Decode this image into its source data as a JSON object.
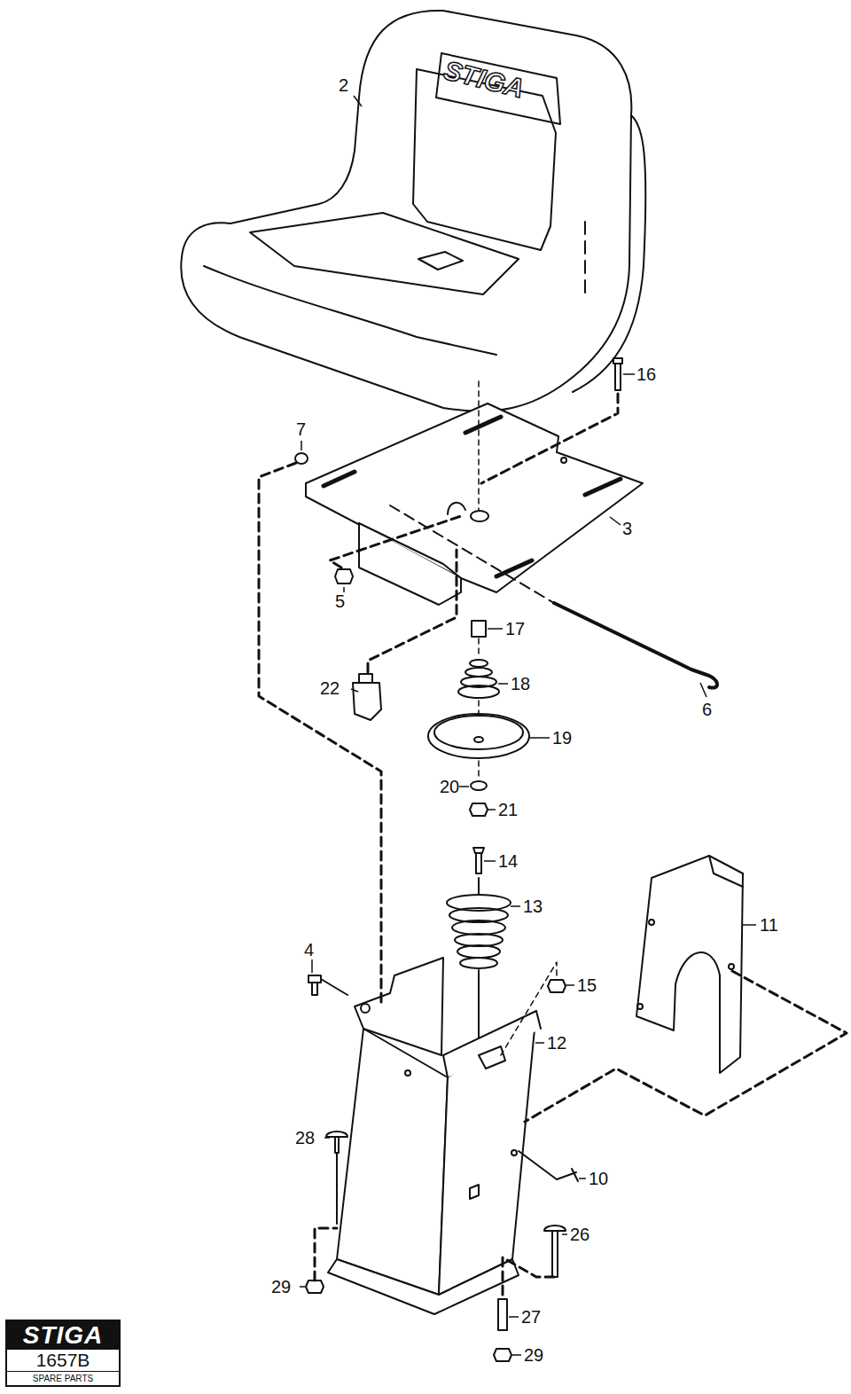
{
  "diagram": {
    "nodes": [
      {
        "text": [
          "STIGA",
          "1657B",
          "SPARE PARTS"
        ]
      }
    ],
    "labels": [
      "2",
      "16",
      "7",
      "3",
      "5",
      "17",
      "22",
      "18",
      "6",
      "19",
      "20",
      "21",
      "14",
      "13",
      "11",
      "4",
      "15",
      "12",
      "28",
      "10",
      "26",
      "29",
      "27",
      "29",
      "STIGA"
    ]
  }
}
